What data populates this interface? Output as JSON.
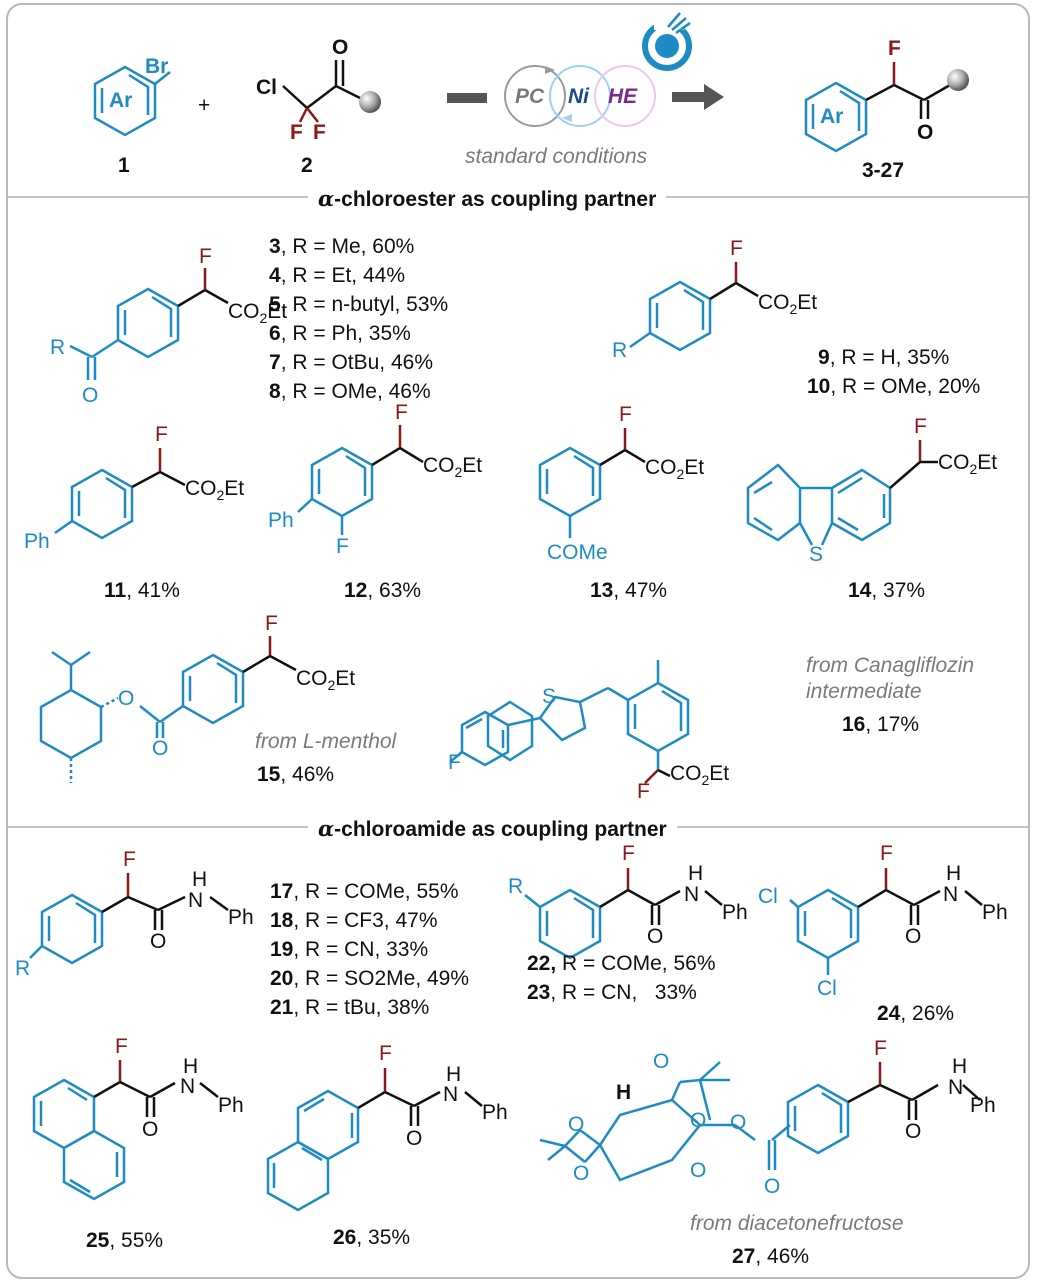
{
  "header": {
    "reagent1": {
      "ring": "Ar",
      "group": "Br",
      "number": "1"
    },
    "plus": "+",
    "reagent2": {
      "cl": "Cl",
      "o": "O",
      "f1": "F",
      "f2": "F",
      "number": "2"
    },
    "catalysis": {
      "pc": "PC",
      "ni": "Ni",
      "he": "HE",
      "conditions": "standard conditions"
    },
    "product": {
      "ring": "Ar",
      "f": "F",
      "o": "O",
      "number": "3-27"
    }
  },
  "sections": {
    "ester": {
      "alpha": "α",
      "title": "-chloroester as coupling partner"
    },
    "amide": {
      "alpha": "α",
      "title": "-chloroamide as coupling partner"
    }
  },
  "labels": {
    "F": "F",
    "O": "O",
    "R": "R",
    "S": "S",
    "H": "H",
    "N": "N",
    "Ph": "Ph",
    "Cl": "Cl",
    "CO2Et": "CO",
    "sub2": "2",
    "Et": "Et",
    "COMe": "COMe"
  },
  "series_3_8": [
    {
      "n": "3",
      "text": ", R = Me, 60%"
    },
    {
      "n": "4",
      "text": ", R = Et, 44%"
    },
    {
      "n": "5",
      "text": ", R = n-butyl, 53%"
    },
    {
      "n": "6",
      "text": ", R = Ph, 35%"
    },
    {
      "n": "7",
      "text": ", R = OtBu, 46%"
    },
    {
      "n": "8",
      "text": ", R = OMe, 46%"
    }
  ],
  "series_9_10": [
    {
      "n": "9",
      "text": ", R = H, 35%"
    },
    {
      "n": "10",
      "text": ", R = OMe, 20%"
    }
  ],
  "compounds": {
    "c11": {
      "n": "11",
      "yield": ", 41%"
    },
    "c12": {
      "n": "12",
      "yield": ", 63%"
    },
    "c13": {
      "n": "13",
      "yield": ", 47%"
    },
    "c14": {
      "n": "14",
      "yield": ", 37%"
    },
    "c15": {
      "n": "15",
      "yield": ", 46%",
      "note": "from L-menthol"
    },
    "c16": {
      "n": "16",
      "yield": ", 17%",
      "note1": "from Canagliflozin",
      "note2": "intermediate"
    },
    "c24": {
      "n": "24",
      "yield": ", 26%"
    },
    "c25": {
      "n": "25",
      "yield": ", 55%"
    },
    "c26": {
      "n": "26",
      "yield": ", 35%"
    },
    "c27": {
      "n": "27",
      "yield": ", 46%",
      "note": "from diacetonefructose"
    }
  },
  "series_17_21": [
    {
      "n": "17",
      "text": ", R = COMe, 55%"
    },
    {
      "n": "18",
      "text": ", R = CF3, 47%"
    },
    {
      "n": "19",
      "text": ", R = CN, 33%"
    },
    {
      "n": "20",
      "text": ", R = SO2Me, 49%"
    },
    {
      "n": "21",
      "text": ", R = tBu, 38%"
    }
  ],
  "series_22_23": [
    {
      "n": "22,",
      "text": " R = COMe, 56%"
    },
    {
      "n": "23",
      "text": ", R = CN,   33%"
    }
  ]
}
